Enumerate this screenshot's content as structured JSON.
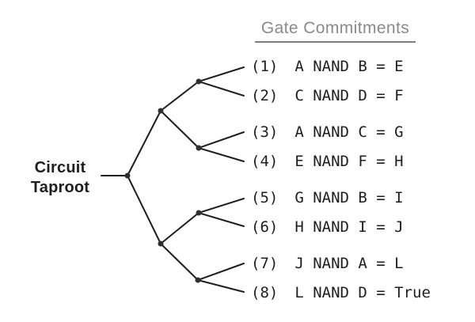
{
  "header": {
    "title": "Gate Commitments"
  },
  "root_label": {
    "line1": "Circuit",
    "line2": "Taproot"
  },
  "gates": {
    "items": [
      {
        "index": "(1)",
        "equation": "A NAND B = E"
      },
      {
        "index": "(2)",
        "equation": "C NAND D = F"
      },
      {
        "index": "(3)",
        "equation": "A NAND C = G"
      },
      {
        "index": "(4)",
        "equation": "E NAND F = H"
      },
      {
        "index": "(5)",
        "equation": "G NAND B = I"
      },
      {
        "index": "(6)",
        "equation": "H NAND I = J"
      },
      {
        "index": "(7)",
        "equation": "J NAND A = L"
      },
      {
        "index": "(8)",
        "equation": "L NAND D = True"
      }
    ]
  },
  "colors": {
    "ink": "#1e1e1e",
    "header_gray": "#8a8a8a",
    "rule_gray": "#7d7d7d",
    "background": "#ffffff"
  }
}
